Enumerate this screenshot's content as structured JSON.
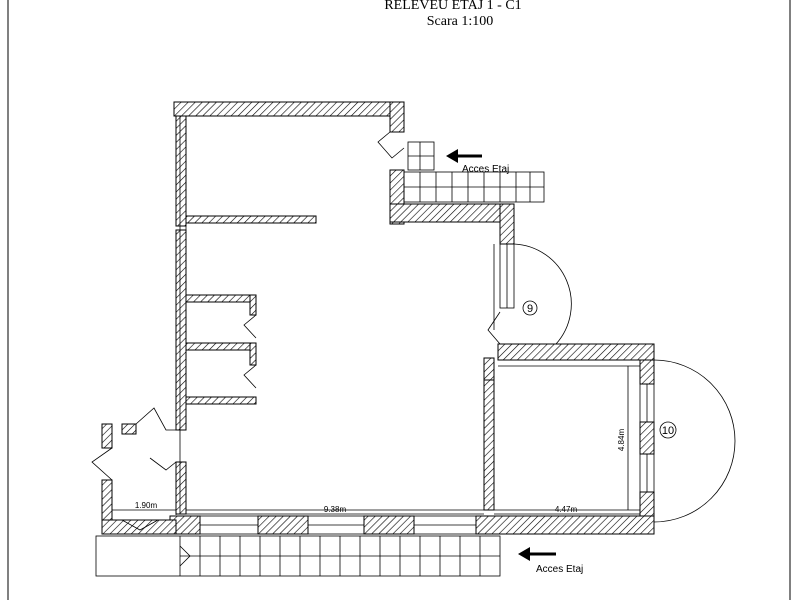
{
  "title": {
    "line1": "RELEVEU ETAJ 1 - C1",
    "line2": "Scara 1:100"
  },
  "access": {
    "top": "Acces Etaj",
    "bottom": "Acces Etaj"
  },
  "dimensions": {
    "left": "1.90m",
    "middle": "9.38m",
    "right": "4.47m",
    "vertical": "4.84m"
  },
  "markers": {
    "m9": "9",
    "m10": "10"
  }
}
